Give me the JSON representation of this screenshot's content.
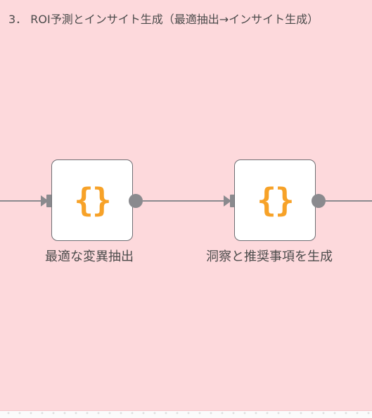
{
  "group": {
    "title": "3． ROI予測とインサイト生成（最適抽出→インサイト生成）",
    "background_color": "#fdd9dc"
  },
  "nodes": [
    {
      "id": "extract-optimal-variables",
      "label": "最適な変異抽出",
      "icon": "curly-braces-icon",
      "icon_glyph": "{}",
      "icon_color": "#f7a228"
    },
    {
      "id": "generate-insights",
      "label": "洞察と推奨事項を生成",
      "icon": "curly-braces-icon",
      "icon_glyph": "{}",
      "icon_color": "#f7a228"
    }
  ],
  "colors": {
    "connector": "#8a8a8e",
    "node_border": "#6e6e73",
    "text": "#4b4b4b"
  }
}
